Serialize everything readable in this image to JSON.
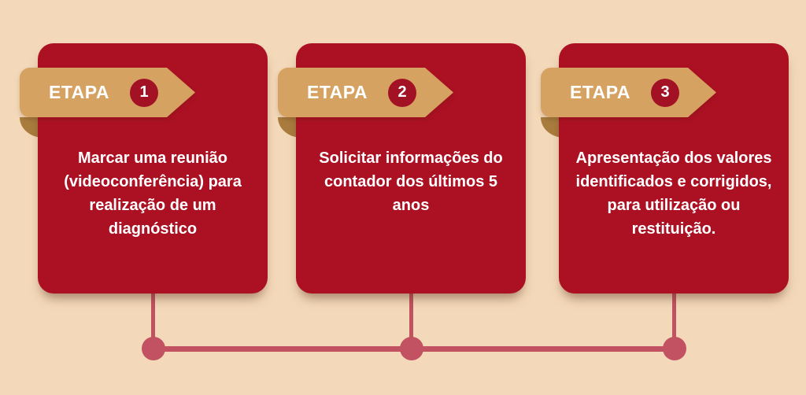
{
  "canvas": {
    "background_color": "#f3d9b9"
  },
  "colors": {
    "card_red": "#ac1123",
    "number_circle_red": "#a21124",
    "ribbon_tan": "#d6a262",
    "ribbon_fold_dark_tan": "#a97c3e",
    "connector_rose": "#c25261",
    "text_white": "#ffffff"
  },
  "steps": [
    {
      "etapa_label": "ETAPA",
      "number": "1",
      "title": "Marcar uma reunião\n(videoconferência) para\nrealização de um\ndiagnóstico"
    },
    {
      "etapa_label": "ETAPA",
      "number": "2",
      "title": "Solicitar informações do\ncontador dos últimos 5\nanos"
    },
    {
      "etapa_label": "ETAPA",
      "number": "3",
      "title": "Apresentação dos valores\nidentificados e corrigidos,\npara utilização ou\nrestituição."
    }
  ],
  "connector": {
    "node_count": 3
  }
}
